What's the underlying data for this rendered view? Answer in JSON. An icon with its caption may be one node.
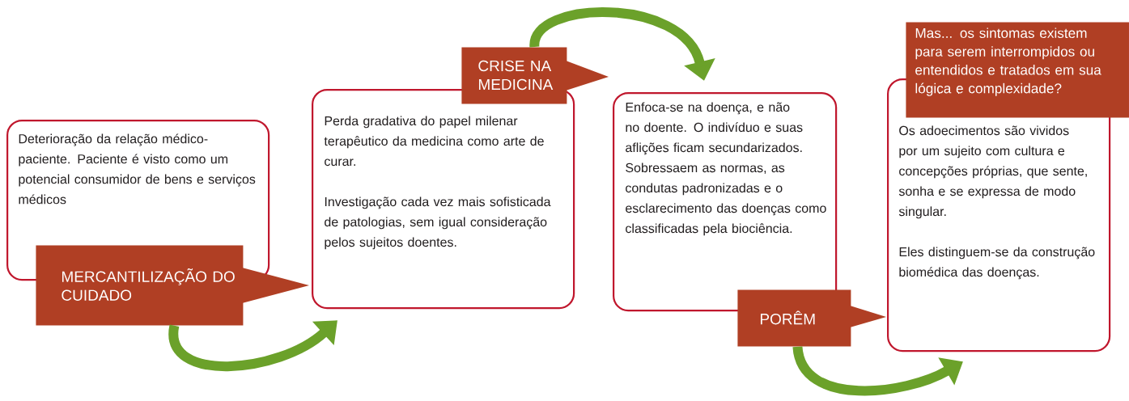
{
  "diagram": {
    "nodes": [
      {
        "text": [
          "Deterioração da relação médico-paciente. Paciente é visto como um potencial consumidor de bens e serviços médicos"
        ]
      },
      {
        "text": [
          "MERCANTILIZAÇÃO DO CUIDADO"
        ]
      },
      {
        "text": [
          "Perda gradativa do papel milenar terapêutico da medicina como arte de curar.",
          "Investigação cada vez mais sofisticada de patologias, sem igual consideração pelos sujeitos doentes."
        ]
      },
      {
        "text": [
          "CRISE NA MEDICINA"
        ]
      },
      {
        "text": [
          "Enfoca-se na doença, e não no doente. O indivíduo e suas aflições ficam secundarizados. Sobressaem as normas, as condutas padronizadas e o esclarecimento das doenças como classificadas pela biociência."
        ]
      },
      {
        "text": [
          "PORÊM"
        ]
      },
      {
        "text": [
          "Os adoecimentos são vividos por um sujeito com cultura e concepções próprias, que sente, sonha e se expressa de modo singular.",
          "Eles distinguem-se da construção biomédica das doenças."
        ]
      },
      {
        "text": [
          "Mas... os sintomas existem para serem interrompidos ou entendidos e tratados em sua lógica e complexidade?"
        ]
      }
    ],
    "edges": [
      {
        "from": 1,
        "to": 2,
        "arrow": "to"
      },
      {
        "from": 3,
        "to": 4,
        "arrow": "to"
      },
      {
        "from": 5,
        "to": 6,
        "arrow": "to"
      }
    ]
  }
}
